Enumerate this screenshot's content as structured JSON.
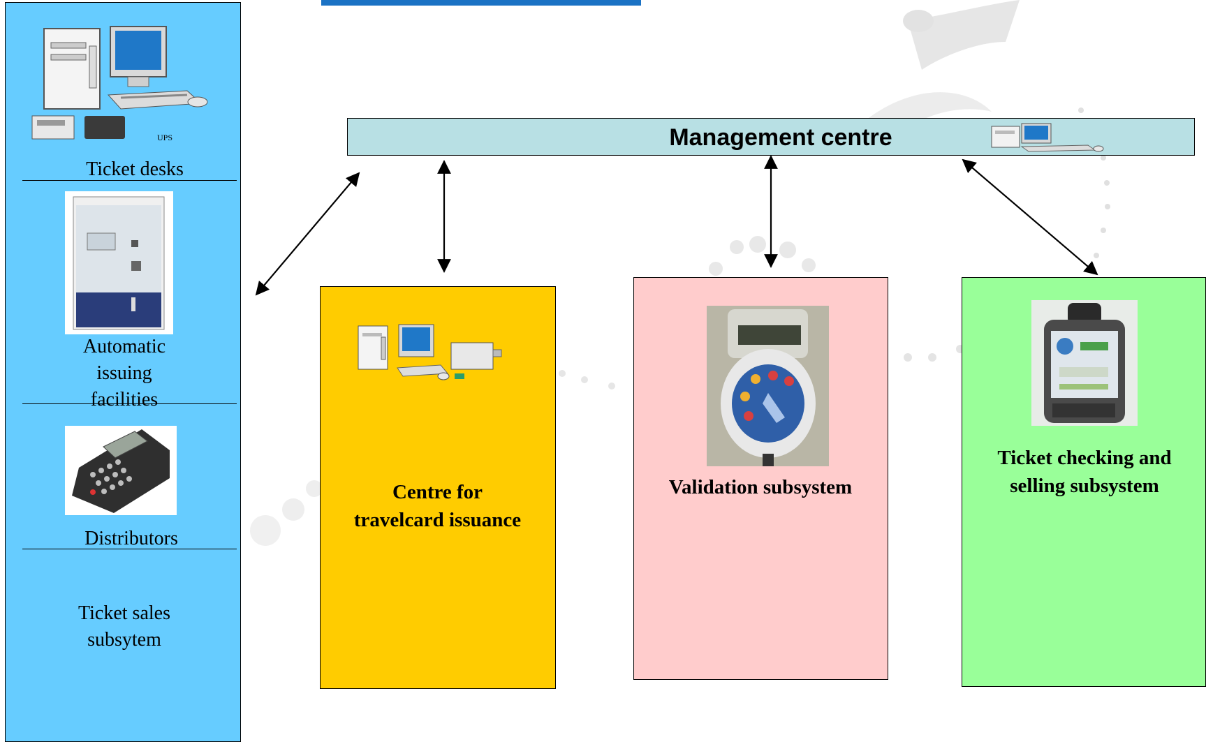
{
  "management_centre": {
    "label": "Management centre"
  },
  "left_panel": {
    "ticket_desks": "Ticket desks",
    "ups_label": "UPS",
    "automatic_issuing": [
      "Automatic",
      "issuing",
      "facilities"
    ],
    "distributors": "Distributors",
    "sales_subsystem": [
      "Ticket sales",
      "subsytem"
    ]
  },
  "boxes": {
    "travelcard": {
      "title": [
        "Centre for",
        "travelcard issuance"
      ],
      "color": "#ffcc00"
    },
    "validation": {
      "title": [
        "Validation subsystem"
      ],
      "color": "#ffcccc"
    },
    "checking": {
      "title": [
        "Ticket checking and",
        "selling subsystem"
      ],
      "color": "#99ff99"
    }
  },
  "colors": {
    "left_panel": "#66ccff",
    "management_bar": "#b8e0e4",
    "top_bar": "#1b72c4"
  }
}
